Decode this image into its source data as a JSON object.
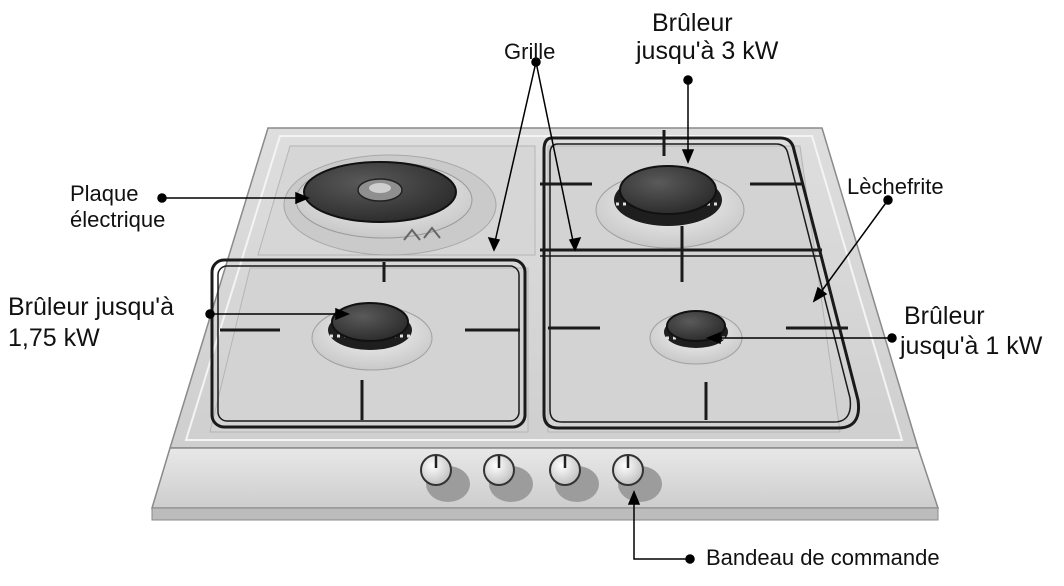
{
  "labels": {
    "grille": "Grille",
    "bruleur_3kw": [
      "Brûleur",
      "jusqu'à 3 kW"
    ],
    "plaque": [
      "Plaque",
      "électrique"
    ],
    "lechefrite": "Lèchefrite",
    "bruleur_175kw": [
      "Brûleur jusqu'à",
      "1,75 kW"
    ],
    "bruleur_1kw": [
      "Brûleur",
      "jusqu'à 1 kW"
    ],
    "bandeau": "Bandeau de commande"
  },
  "colors": {
    "steel_light": "#e6e6e6",
    "steel_mid": "#c9c9c9",
    "steel_dark": "#9a9a9a",
    "burner_cap": "#3a3a3a",
    "grid_wire": "#1a1a1a",
    "leader_line": "#000000"
  },
  "components": {
    "electric_plate": "hotplate-icon",
    "gas_burner": "burner-icon",
    "grid": "pan-support-grid",
    "control_knob": "knob-icon"
  }
}
